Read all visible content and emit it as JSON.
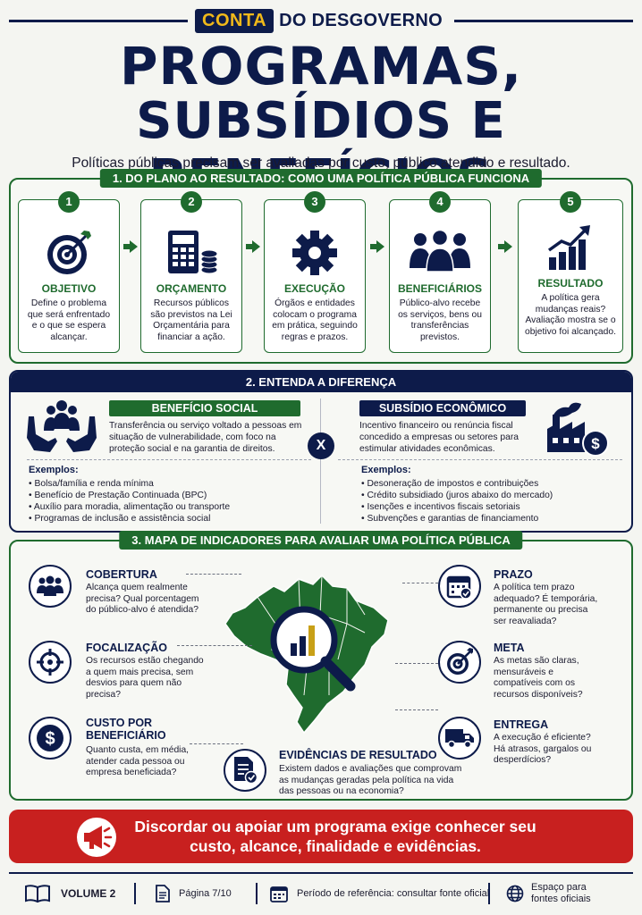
{
  "header": {
    "brand_highlight": "CONTA",
    "brand_rest": "DO DESGOVERNO",
    "title_line1": "PROGRAMAS,",
    "title_line2": "SUBSÍDIOS E BENEFÍCIOS",
    "subtitle": "Políticas públicas precisam ser avaliadas por custo, público atendido e resultado."
  },
  "section1": {
    "tag": "1. DO PLANO AO RESULTADO: COMO UMA POLÍTICA PÚBLICA FUNCIONA",
    "steps": [
      {
        "num": "1",
        "title": "OBJETIVO",
        "desc": "Define o problema que será enfrentado e o que se espera alcançar.",
        "icon": "target-icon"
      },
      {
        "num": "2",
        "title": "ORÇAMENTO",
        "desc": "Recursos públicos são previstos na Lei Orçamentária para financiar a ação.",
        "icon": "calculator-coins-icon"
      },
      {
        "num": "3",
        "title": "EXECUÇÃO",
        "desc": "Órgãos e entidades colocam o programa em prática, seguindo regras e prazos.",
        "icon": "gear-icon"
      },
      {
        "num": "4",
        "title": "BENEFICIÁRIOS",
        "desc": "Público-alvo recebe os serviços, bens ou transferências previstos.",
        "icon": "people-group-icon"
      },
      {
        "num": "5",
        "title": "RESULTADO",
        "desc": "A política gera mudanças reais? Avaliação mostra se o objetivo foi alcançado.",
        "icon": "growth-chart-icon"
      }
    ]
  },
  "section2": {
    "tag": "2. ENTENDA A DIFERENÇA",
    "vs": "X",
    "left": {
      "label": "BENEFÍCIO SOCIAL",
      "desc": "Transferência ou serviço voltado a pessoas em situação de vulnerabilidade, com foco na proteção social e na garantia de direitos.",
      "examples_title": "Exemplos:",
      "examples": [
        "Bolsa/família e renda mínima",
        "Benefício de Prestação Continuada (BPC)",
        "Auxílio para moradia, alimentação ou transporte",
        "Programas de inclusão e assistência social"
      ]
    },
    "right": {
      "label": "SUBSÍDIO ECONÔMICO",
      "desc": "Incentivo financeiro ou renúncia fiscal concedido a empresas ou setores para estimular atividades econômicas.",
      "examples_title": "Exemplos:",
      "examples": [
        "Desoneração de impostos e contribuições",
        "Crédito subsidiado (juros abaixo do mercado)",
        "Isenções e incentivos fiscais setoriais",
        "Subvenções e garantias de financiamento"
      ]
    }
  },
  "section3": {
    "tag": "3. MAPA DE INDICADORES PARA AVALIAR UMA POLÍTICA PÚBLICA",
    "left": [
      {
        "title": "COBERTURA",
        "desc": "Alcança quem realmente precisa? Qual porcentagem do público-alvo é atendida?"
      },
      {
        "title": "FOCALIZAÇÃO",
        "desc": "Os recursos estão chegando a quem mais precisa, sem desvios para quem não precisa?"
      },
      {
        "title": "CUSTO POR BENEFICIÁRIO",
        "desc": "Quanto custa, em média, atender cada pessoa ou empresa beneficiada?"
      }
    ],
    "right": [
      {
        "title": "PRAZO",
        "desc": "A política tem prazo adequado? É temporária, permanente ou precisa ser reavaliada?"
      },
      {
        "title": "META",
        "desc": "As metas são claras, mensuráveis e compatíveis com os recursos disponíveis?"
      },
      {
        "title": "ENTREGA",
        "desc": "A execução é eficiente? Há atrasos, gargalos ou desperdícios?"
      }
    ],
    "center": {
      "title": "EVIDÊNCIAS DE RESULTADO",
      "desc": "Existem dados e avaliações que comprovam as mudanças geradas pela política na vida das pessoas ou na economia?"
    }
  },
  "banner": {
    "text": "Discordar ou apoiar um programa exige conhecer seu custo, alcance, finalidade e evidências."
  },
  "footer": {
    "volume": "VOLUME 2",
    "page": "Página 7/10",
    "period": "Período de referência: consultar fonte oficial",
    "sources": "Espaço para fontes oficiais"
  },
  "colors": {
    "navy": "#0d1b4a",
    "green": "#1f6b2e",
    "gold": "#f0b91a",
    "red": "#c8201f"
  }
}
